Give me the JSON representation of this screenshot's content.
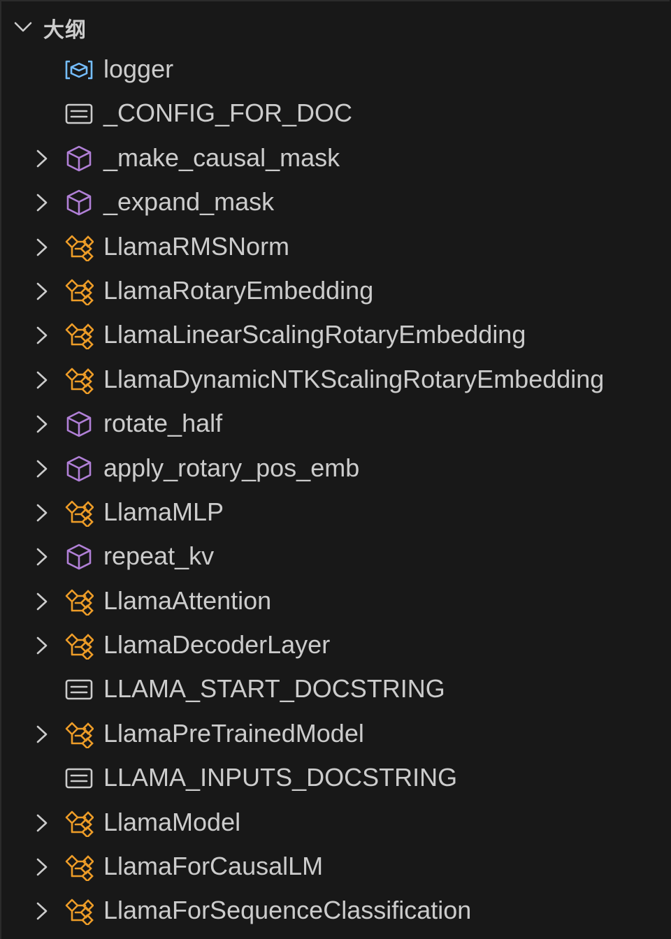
{
  "outline": {
    "title": "大纲",
    "expanded": true,
    "colors": {
      "background": "#181818",
      "text": "#cccccc",
      "class_icon": "#ee9d28",
      "function_icon": "#b180d7",
      "variable_icon": "#75beff",
      "constant_icon": "#cccccc"
    },
    "items": [
      {
        "label": "logger",
        "kind": "variable",
        "icon": "symbol-variable-icon",
        "expandable": false
      },
      {
        "label": "_CONFIG_FOR_DOC",
        "kind": "constant",
        "icon": "symbol-constant-icon",
        "expandable": false
      },
      {
        "label": "_make_causal_mask",
        "kind": "function",
        "icon": "symbol-method-icon",
        "expandable": true
      },
      {
        "label": "_expand_mask",
        "kind": "function",
        "icon": "symbol-method-icon",
        "expandable": true
      },
      {
        "label": "LlamaRMSNorm",
        "kind": "class",
        "icon": "symbol-class-icon",
        "expandable": true
      },
      {
        "label": "LlamaRotaryEmbedding",
        "kind": "class",
        "icon": "symbol-class-icon",
        "expandable": true
      },
      {
        "label": "LlamaLinearScalingRotaryEmbedding",
        "kind": "class",
        "icon": "symbol-class-icon",
        "expandable": true
      },
      {
        "label": "LlamaDynamicNTKScalingRotaryEmbedding",
        "kind": "class",
        "icon": "symbol-class-icon",
        "expandable": true
      },
      {
        "label": "rotate_half",
        "kind": "function",
        "icon": "symbol-method-icon",
        "expandable": true
      },
      {
        "label": "apply_rotary_pos_emb",
        "kind": "function",
        "icon": "symbol-method-icon",
        "expandable": true
      },
      {
        "label": "LlamaMLP",
        "kind": "class",
        "icon": "symbol-class-icon",
        "expandable": true
      },
      {
        "label": "repeat_kv",
        "kind": "function",
        "icon": "symbol-method-icon",
        "expandable": true
      },
      {
        "label": "LlamaAttention",
        "kind": "class",
        "icon": "symbol-class-icon",
        "expandable": true
      },
      {
        "label": "LlamaDecoderLayer",
        "kind": "class",
        "icon": "symbol-class-icon",
        "expandable": true
      },
      {
        "label": "LLAMA_START_DOCSTRING",
        "kind": "constant",
        "icon": "symbol-constant-icon",
        "expandable": false
      },
      {
        "label": "LlamaPreTrainedModel",
        "kind": "class",
        "icon": "symbol-class-icon",
        "expandable": true
      },
      {
        "label": "LLAMA_INPUTS_DOCSTRING",
        "kind": "constant",
        "icon": "symbol-constant-icon",
        "expandable": false
      },
      {
        "label": "LlamaModel",
        "kind": "class",
        "icon": "symbol-class-icon",
        "expandable": true
      },
      {
        "label": "LlamaForCausalLM",
        "kind": "class",
        "icon": "symbol-class-icon",
        "expandable": true
      },
      {
        "label": "LlamaForSequenceClassification",
        "kind": "class",
        "icon": "symbol-class-icon",
        "expandable": true
      }
    ]
  }
}
